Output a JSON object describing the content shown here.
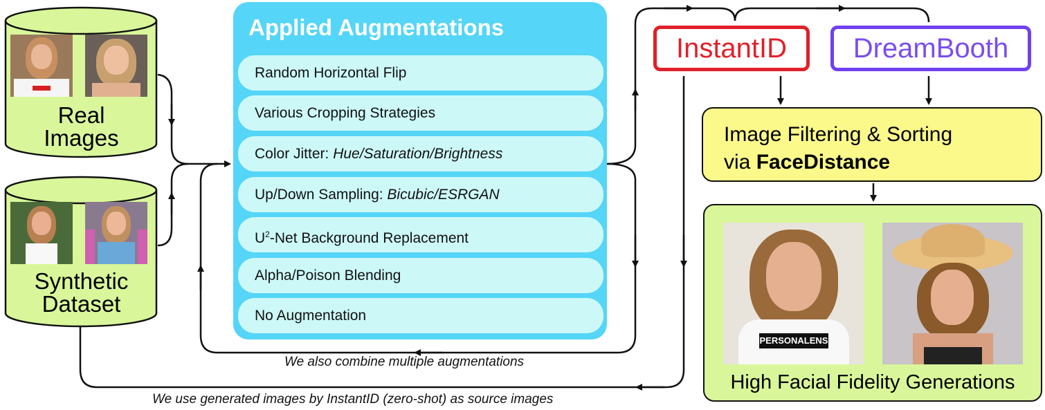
{
  "real_images": {
    "line1": "Real",
    "line2": "Images"
  },
  "synthetic_dataset": {
    "line1": "Synthetic",
    "line2": "Dataset"
  },
  "augmentations": {
    "title": "Applied Augmentations",
    "items": [
      {
        "plain": "Random Horizontal Flip",
        "italic": ""
      },
      {
        "plain": "Various Cropping Strategies",
        "italic": ""
      },
      {
        "plain": "Color Jitter: ",
        "italic": "Hue/Saturation/Brightness"
      },
      {
        "plain": "Up/Down Sampling: ",
        "italic": "Bicubic/ESRGAN"
      },
      {
        "plain_pre": "U",
        "sup": "2",
        "plain": "-Net Background Replacement",
        "italic": ""
      },
      {
        "plain": "Alpha/Poison Blending",
        "italic": ""
      },
      {
        "plain": "No Augmentation",
        "italic": ""
      }
    ]
  },
  "models": {
    "instantid": "InstantID",
    "dreambooth": "DreamBooth"
  },
  "filtering": {
    "line1": "Image Filtering & Sorting",
    "line2_plain": "via ",
    "line2_bold": "FaceDistance"
  },
  "output": {
    "title": "High Facial Fidelity Generations",
    "shirt_text": "PERSONALENS"
  },
  "captions": {
    "combine": "We also combine multiple augmentations",
    "source": "We use generated images by InstantID (zero-shot) as source images"
  },
  "colors": {
    "cylinder": "#d9f79a",
    "aug_panel": "#55d5f7",
    "aug_pill": "#cdf8f8",
    "instantid": "#e0202a",
    "dreambooth": "#7040f0",
    "filter_box": "#fbf98a",
    "output_box": "#d9f79a"
  }
}
